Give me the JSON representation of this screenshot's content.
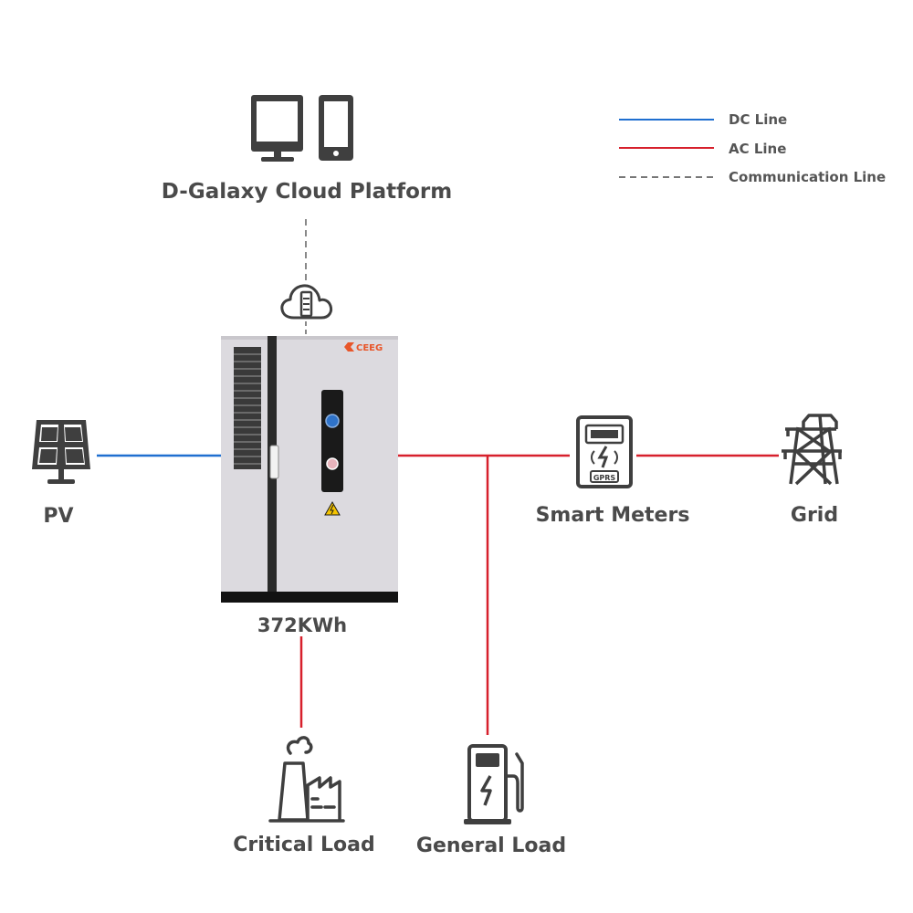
{
  "legend": {
    "dc_label": "DC Line",
    "ac_label": "AC Line",
    "comm_label": "Communication Line"
  },
  "colors": {
    "dc_line": "#1f6fd0",
    "ac_line": "#d7202c",
    "comm_line": "#777777",
    "icon": "#3f3f3f",
    "label": "#4a4a4a",
    "cabinet_body": "#dcdadf",
    "brand": "#e8562a"
  },
  "nodes": {
    "cloud_platform": {
      "label": "D-Galaxy Cloud Platform",
      "icons": [
        "monitor-icon",
        "smartphone-icon"
      ]
    },
    "gateway": {
      "icon": "cloud-gateway-icon"
    },
    "storage": {
      "label": "372KWh",
      "brand": "CEEG",
      "icon": "battery-cabinet"
    },
    "pv": {
      "label": "PV",
      "icon": "solar-panel-icon"
    },
    "smart_meters": {
      "label": "Smart Meters",
      "icon": "smart-meter-icon",
      "meter_text": "GPRS"
    },
    "grid": {
      "label": "Grid",
      "icon": "power-tower-icon"
    },
    "critical_load": {
      "label": "Critical Load",
      "icon": "factory-icon"
    },
    "general_load": {
      "label": "General Load",
      "icon": "ev-charger-icon"
    }
  }
}
